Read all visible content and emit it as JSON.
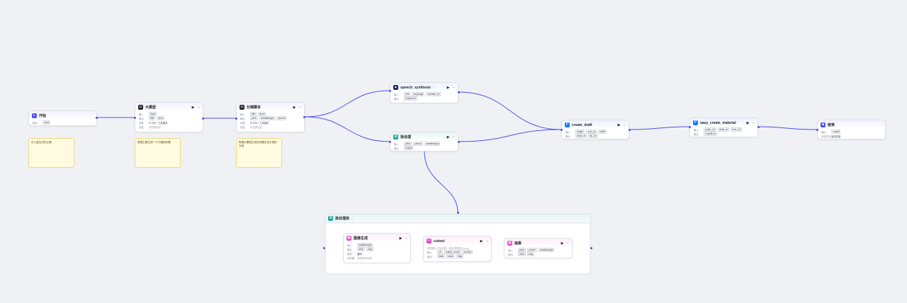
{
  "colors": {
    "edge": "#4d53e8",
    "start_icon": "#4d53e8",
    "llm_icon": "#1c1f23",
    "teal_icon": "#1aa59a",
    "pink_icon": "#e14ec9",
    "blue_icon": "#1677ff"
  },
  "nodes": {
    "start": {
      "title": "开始",
      "output_label": "输出",
      "output_tag": "input"
    },
    "llm": {
      "title": "大模型",
      "input_label": "输入",
      "input_tag": "input",
      "output_label": "输出",
      "output_tags": [
        "title",
        "desc"
      ],
      "skill_label": "技能",
      "skill_value": "ꕤ 万ill一工具插件",
      "reply_label": "回复",
      "reply_value": "未配置回复"
    },
    "split": {
      "title": "分镜脚本",
      "input_label": "输入",
      "input_tags": [
        "title",
        "desc"
      ],
      "output_label": "输出",
      "output_tags": [
        "yimu",
        "aaaaktangiu",
        "yimuui"
      ],
      "skill_label": "技能",
      "skill_value": "ꕤ 万ill一工具插件",
      "reply_label": "回复",
      "reply_value": "未配置回复"
    },
    "speech": {
      "title": "speech_synthesis",
      "input_label": "输入",
      "input_tags": [
        "text",
        "language",
        "speaker_id"
      ],
      "output_label": "输出",
      "output_tag": "outputList"
    },
    "batch": {
      "title": "批处理",
      "input_label": "输入",
      "input_tags": [
        "yimu",
        "yimuui",
        "aaaaktangiu"
      ],
      "output_label": "输出",
      "output_tag": "output"
    },
    "draft": {
      "title": "create_draft",
      "input_label": "输入",
      "input_tags": [
        "height",
        "user_id",
        "width"
      ],
      "output_label": "输出",
      "output_tags": [
        "draft_url",
        "tip_url"
      ]
    },
    "material": {
      "title": "easy_create_material",
      "input_label": "输入",
      "input_tags": [
        "audio_url",
        "draft_url",
        "font_url"
      ],
      "output_label": "输出",
      "output_tag": "outputList"
    },
    "end": {
      "title": "结束",
      "output_label": "输出",
      "output_tag": "output",
      "reply_label": "回答内容",
      "reply_value": "返回变量"
    },
    "image": {
      "title": "图像生成",
      "input_label": "输入",
      "input_tag": "aaaaktangiu",
      "output_label": "输出",
      "output_tags": [
        "data",
        "msg"
      ],
      "model_label": "模型",
      "model_value": "通用",
      "ref_label": "参考图",
      "ref_value": "未配置参考图"
    },
    "cutout": {
      "title": "cutout",
      "desc": "根据图片内容抠图，输出透明图片(png)",
      "input_label": "输入",
      "input_tags": [
        "url",
        "output_mode",
        "prompt"
      ],
      "output_label": "输出",
      "output_tags": [
        "data",
        "mask",
        "msg"
      ]
    },
    "canvas": {
      "title": "画板",
      "input_label": "输入",
      "input_tags": [
        "yimu",
        "yimuui",
        "aaaaktangiu"
      ],
      "output_label": "输出",
      "output_tags": [
        "data",
        "msg"
      ]
    }
  },
  "group": {
    "title": "批处理体"
  },
  "notes": [
    "在入量生成的主题",
    "根据主题生成一个口播的标题",
    "根据大模型生成的标题生成分镜的文案"
  ]
}
